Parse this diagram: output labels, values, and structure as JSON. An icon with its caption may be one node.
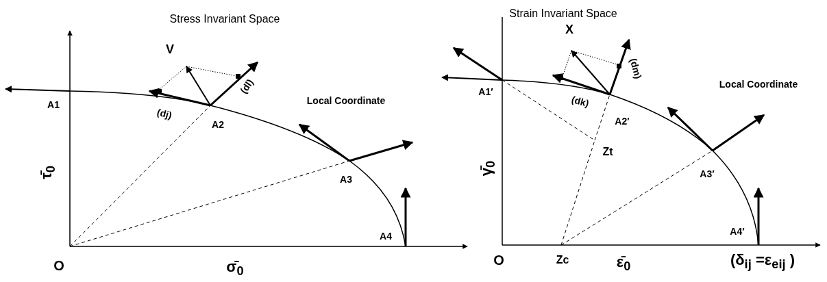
{
  "diagram": {
    "labels": [
      "Stress Invariant Space",
      "V",
      "(dl)",
      "(dj)",
      "A1",
      "A2",
      "Local Coordinate",
      "A3",
      "A4",
      "O",
      "τ̄$_{0}$",
      "σ̄$_{0}$",
      "Strain Invariant Space",
      "X",
      "(dm)",
      "(dk)",
      "A1′",
      "A2′",
      "Zt",
      "Local Coordinate",
      "A3′",
      "A4′",
      "O",
      "Zc",
      "γ̄$_{0}$",
      "ε̄$_{0}$",
      "(δ$_{ij}$ =ε$_{eij}$ )"
    ]
  }
}
